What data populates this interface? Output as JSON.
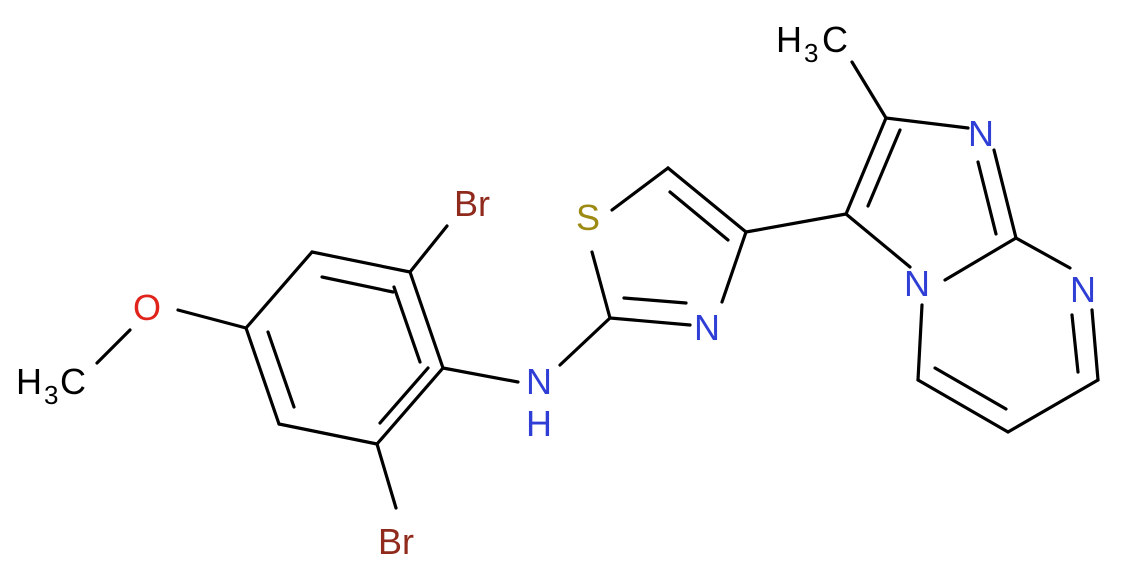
{
  "colors": {
    "bond": "#000000",
    "nitrogen": "#2f3fd6",
    "oxygen": "#e0241b",
    "sulfur": "#9c8a12",
    "bromine": "#8f2a1c",
    "carbon_label": "#000000",
    "background": "#ffffff"
  },
  "atoms": {
    "br_top": "Br",
    "br_bottom": "Br",
    "o_methoxy": "O",
    "methoxy_h": "H",
    "methoxy_sub": "3",
    "methoxy_c": "C",
    "nh_n": "N",
    "nh_h": "H",
    "s_thiazole": "S",
    "n_thiazole": "N",
    "n_imid_top": "N",
    "n_bridge": "N",
    "n_pyrim": "N",
    "methyl_h": "H",
    "methyl_sub": "3",
    "methyl_c": "C"
  }
}
